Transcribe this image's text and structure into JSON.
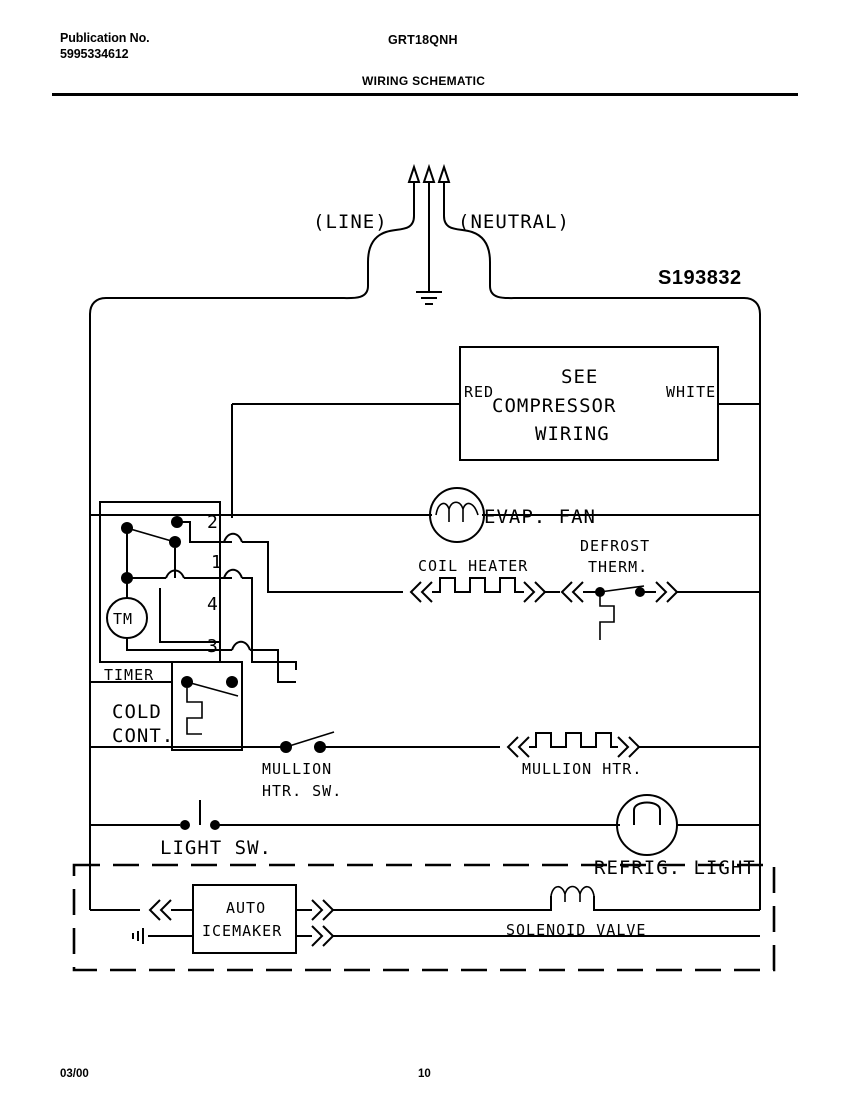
{
  "header": {
    "publication_label": "Publication No.",
    "publication_number": "5995334612",
    "model": "GRT18QNH",
    "title": "WIRING SCHEMATIC"
  },
  "footer": {
    "date": "03/00",
    "page": "10"
  },
  "schematic": {
    "serial": "S193832",
    "supply": {
      "line_label": "(LINE)",
      "neutral_label": "(NEUTRAL)"
    },
    "compressor_box": {
      "line1": "SEE",
      "line2": "COMPRESSOR",
      "line3": "WIRING",
      "left_lead": "RED",
      "right_lead": "WHITE"
    },
    "timer": {
      "label": "TIMER",
      "motor": "TM",
      "terminals": [
        "2",
        "1",
        "4",
        "3"
      ]
    },
    "cold_control": {
      "line1": "COLD",
      "line2": "CONT."
    },
    "components": {
      "evap_fan": "EVAP. FAN",
      "coil_heater": "COIL HEATER",
      "defrost_therm_line1": "DEFROST",
      "defrost_therm_line2": "THERM.",
      "mullion_htr_sw_line1": "MULLION",
      "mullion_htr_sw_line2": "HTR. SW.",
      "mullion_htr": "MULLION HTR.",
      "light_sw": "LIGHT SW.",
      "refrig_light": "REFRIG. LIGHT",
      "auto_icemaker_line1": "AUTO",
      "auto_icemaker_line2": "ICEMAKER",
      "solenoid_valve": "SOLENOID VALVE"
    }
  }
}
